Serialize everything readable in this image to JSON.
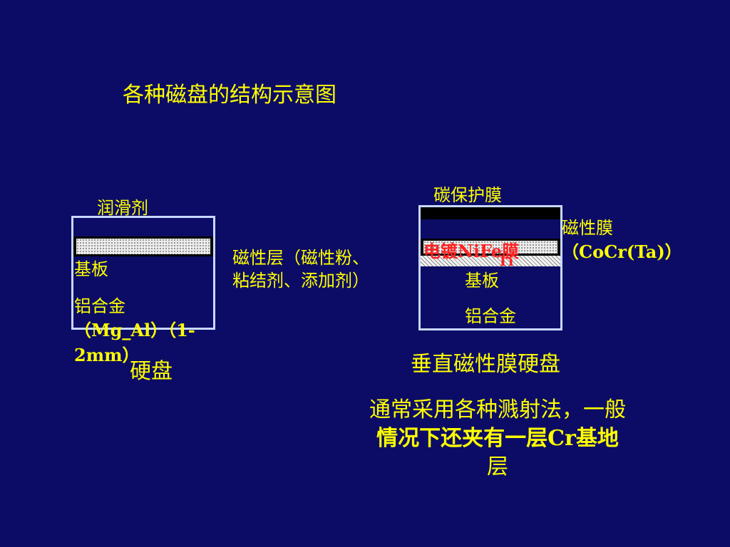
{
  "title": "各种磁盘的结构示意图",
  "left_diagram": {
    "lubricant_label": "润滑剂",
    "magnetic_layer_label_line1": "磁性层（磁性粉、",
    "magnetic_layer_label_line2": "粘结剂、添加剂）",
    "substrate_label": "基板",
    "alloy_label_line1": "铝合金",
    "alloy_label_line2": "（Mg_Al）（1-",
    "alloy_label_line3": "2mm）",
    "caption": "硬盘"
  },
  "right_diagram": {
    "carbon_label": "碳保护膜",
    "magnetic_film_label_line1": "磁性膜",
    "magnetic_film_label_line2": "（CoCr(Ta)）",
    "plating_label": "电镀NiFe膜",
    "ti_label": "Ti",
    "substrate_label": "基板",
    "alloy_label": "铝合金",
    "caption": "垂直磁性膜硬盘"
  },
  "note": {
    "line1": "通常采用各种溅射法，一般",
    "line2": "情况下还夹有一层Cr基地",
    "line3": "层"
  },
  "colors": {
    "background": "#0c0c66",
    "text": "#ffff00",
    "accent_text": "#ff2020",
    "frame": "#c8d8ff"
  }
}
